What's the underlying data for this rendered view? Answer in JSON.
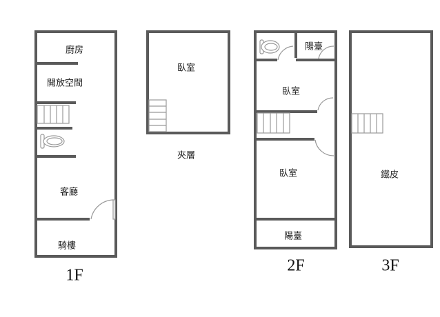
{
  "floors": {
    "f1": {
      "label": "1F",
      "rooms": {
        "kitchen": "廚房",
        "open_space": "開放空間",
        "living_room": "客廳",
        "arcade": "騎樓"
      }
    },
    "mezzanine": {
      "label": "夾層",
      "rooms": {
        "bedroom": "臥室"
      }
    },
    "f2": {
      "label": "2F",
      "rooms": {
        "balcony_rear": "陽臺",
        "bedroom_1": "臥室",
        "bedroom_2": "臥室",
        "balcony_front": "陽臺"
      }
    },
    "f3": {
      "label": "3F",
      "rooms": {
        "iron_sheet": "鐵皮"
      }
    }
  },
  "colors": {
    "wall": "#5a5a5a",
    "fixture": "#999999"
  }
}
